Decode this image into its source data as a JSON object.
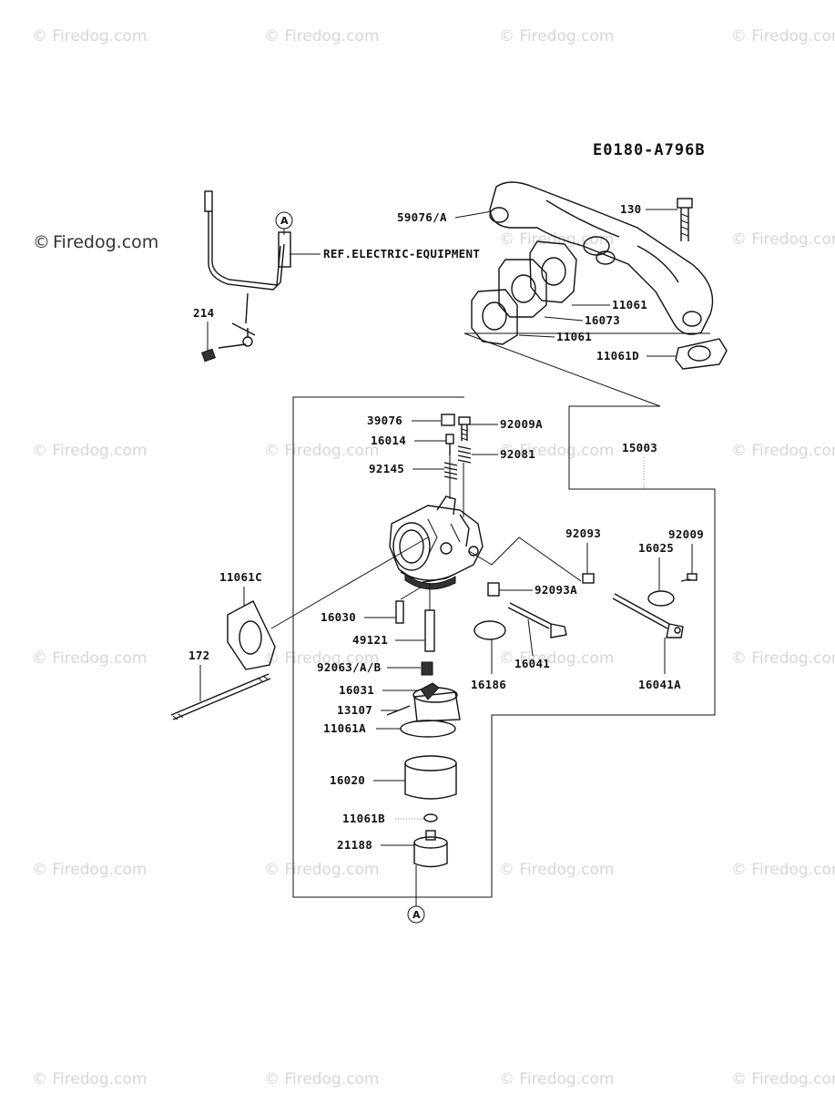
{
  "diagram_code": "E0180-A796B",
  "ref_note": "REF.ELECTRIC-EQUIPMENT",
  "circle_marker": "A",
  "watermark": {
    "symbol": "©",
    "text": "Firedog.com"
  },
  "parts": {
    "p59076A": "59076/A",
    "p130": "130",
    "p11061_a": "11061",
    "p16073": "16073",
    "p11061_b": "11061",
    "p11061D": "11061D",
    "p214": "214",
    "p39076": "39076",
    "p92009A": "92009A",
    "p16014": "16014",
    "p92081": "92081",
    "p92145": "92145",
    "p15003": "15003",
    "p92093": "92093",
    "p92009": "92009",
    "p16025": "16025",
    "p92093A": "92093A",
    "p11061C": "11061C",
    "p16030": "16030",
    "p49121": "49121",
    "p16041": "16041",
    "p16186": "16186",
    "p16041A": "16041A",
    "p172": "172",
    "p92063": "92063/A/B",
    "p16031": "16031",
    "p13107": "13107",
    "p11061A": "11061A",
    "p16020": "16020",
    "p11061B": "11061B",
    "p21188": "21188"
  }
}
